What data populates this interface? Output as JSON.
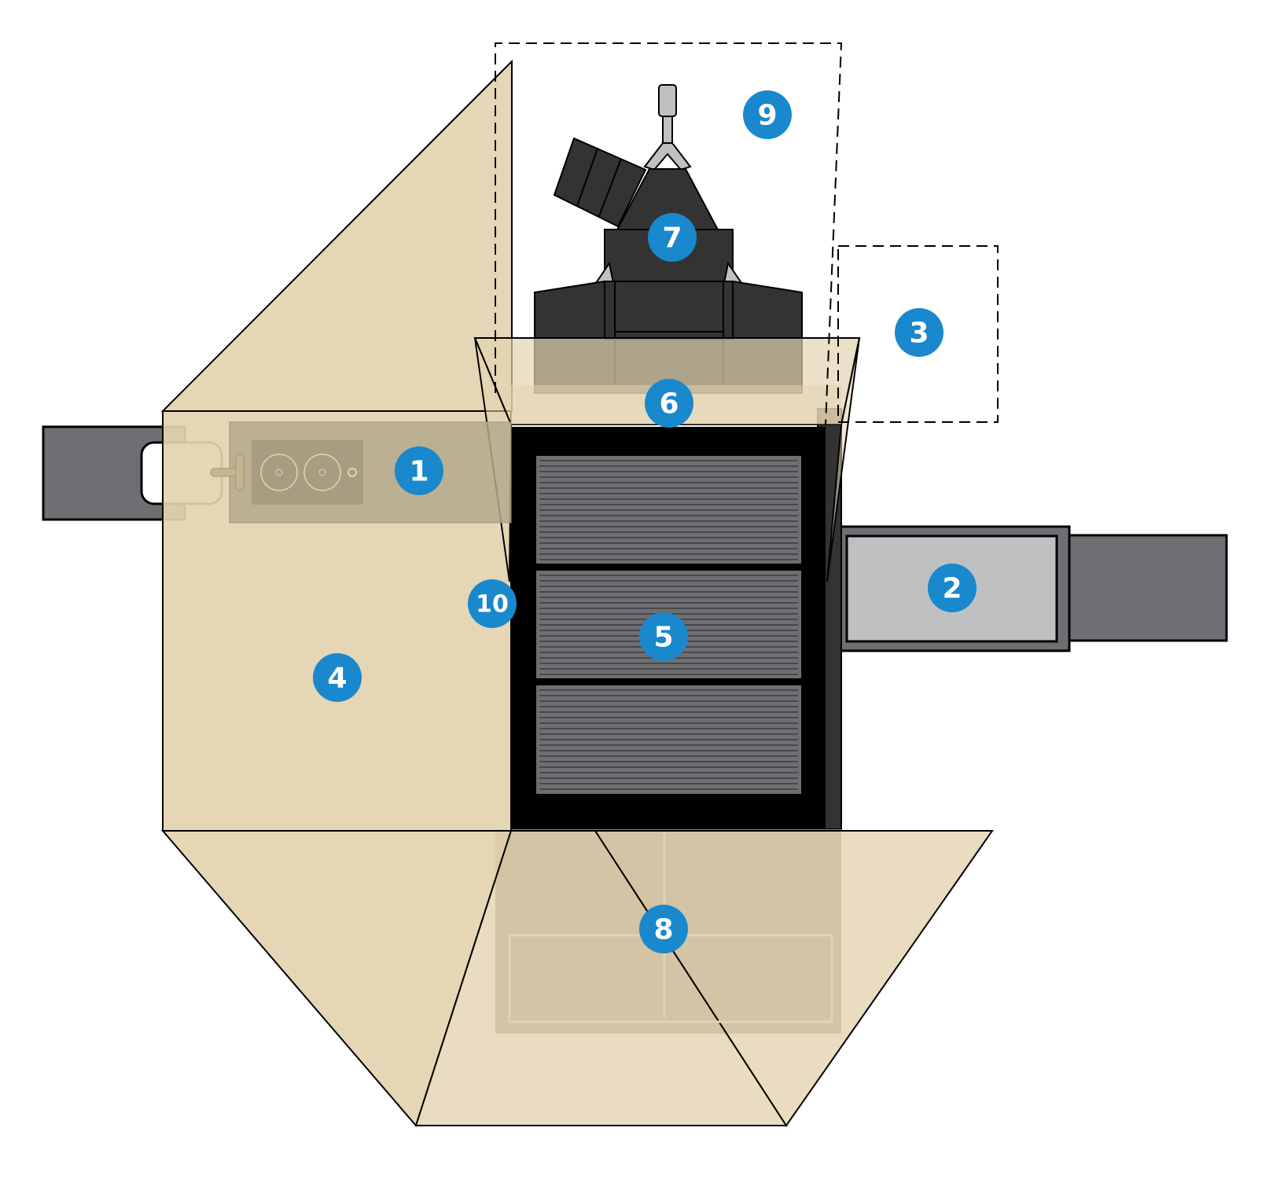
{
  "colors": {
    "badge": "#1a88cc",
    "badge_text": "#ffffff",
    "cover": "#e3d3b0",
    "dark": "#333333",
    "black": "#000000",
    "grey": "#6e6f72",
    "light_grey": "#bfc0c2"
  },
  "markers": [
    {
      "id": "1",
      "label": "1",
      "part": "left-handle-panel"
    },
    {
      "id": "2",
      "label": "2",
      "part": "right-arm-panel"
    },
    {
      "id": "3",
      "label": "3",
      "part": "dashed-region-right"
    },
    {
      "id": "4",
      "label": "4",
      "part": "left-flap"
    },
    {
      "id": "5",
      "label": "5",
      "part": "central-body"
    },
    {
      "id": "6",
      "label": "6",
      "part": "top-flap"
    },
    {
      "id": "7",
      "label": "7",
      "part": "top-head-assembly"
    },
    {
      "id": "8",
      "label": "8",
      "part": "bottom-flap"
    },
    {
      "id": "9",
      "label": "9",
      "part": "dashed-region-top"
    },
    {
      "id": "10",
      "label": "10",
      "part": "left-edge-seam"
    }
  ]
}
